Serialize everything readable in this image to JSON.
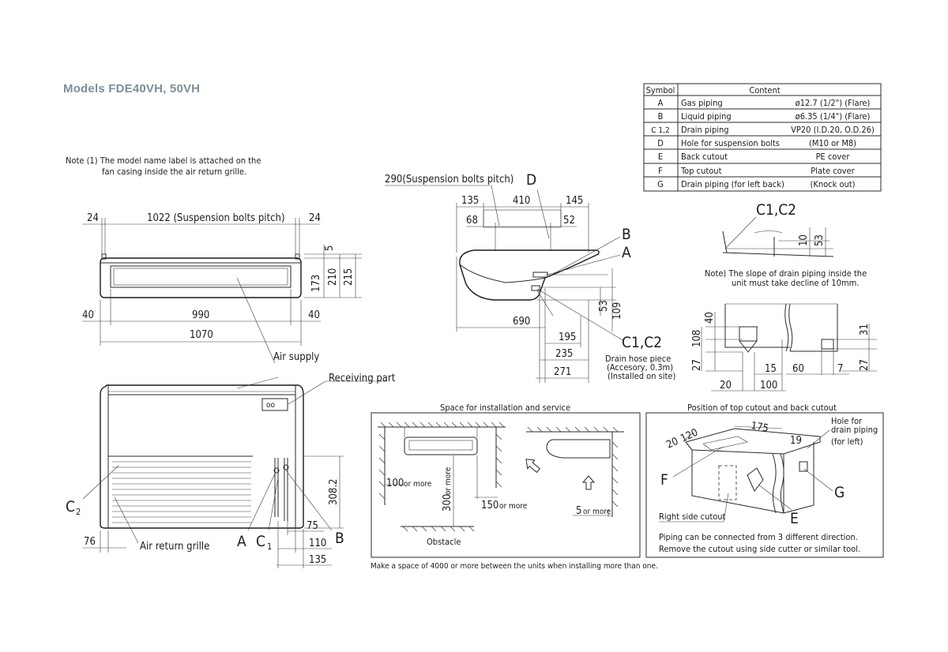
{
  "header": {
    "title": "Models  FDE40VH, 50VH"
  },
  "note1": {
    "line1": "Note (1) The model name label is attached on the",
    "line2": "fan casing inside the air return grille."
  },
  "table": {
    "headers": [
      "Symbol",
      "Content",
      ""
    ],
    "rows": [
      [
        "A",
        "Gas piping",
        "ø12.7 (1/2\") (Flare)"
      ],
      [
        "B",
        "Liquid piping",
        "ø6.35 (1/4\") (Flare)"
      ],
      [
        "C 1,2",
        "Drain piping",
        "VP20 (I.D.20, O.D.26)"
      ],
      [
        "D",
        "Hole for suspension bolts",
        "(M10 or M8)"
      ],
      [
        "E",
        "Back cutout",
        "PE cover"
      ],
      [
        "F",
        "Top cutout",
        "Plate cover"
      ],
      [
        "G",
        "Drain piping (for left back)",
        "(Knock out)"
      ]
    ]
  },
  "front_top": {
    "dim_left": "24",
    "dim_pitch": "1022 (Suspension bolts pitch)",
    "dim_right": "24",
    "dim_5": "5",
    "dim_173": "173",
    "dim_210": "210",
    "dim_215": "215",
    "dim_40a": "40",
    "dim_990": "990",
    "dim_40b": "40",
    "dim_1070": "1070"
  },
  "labels": {
    "air_supply": "Air supply",
    "receiving_part": "Receiving part",
    "c2": "C",
    "c2_sub": "2",
    "air_return_grille": "Air return grille",
    "dim_76": "76",
    "dim_3082": "308.2",
    "dim_75": "75",
    "dim_110": "110",
    "dim_135": "135",
    "a": "A",
    "c1": "C",
    "c1_sub": "1",
    "b": "B"
  },
  "side": {
    "dim_290": "290(Suspension bolts pitch)",
    "d": "D",
    "dim_135": "135",
    "dim_410": "410",
    "dim_145": "145",
    "dim_68": "68",
    "dim_52": "52",
    "b": "B",
    "a": "A",
    "dim_53": "53",
    "dim_109": "109",
    "dim_690": "690",
    "dim_195": "195",
    "dim_235": "235",
    "dim_271": "271",
    "c1c2": "C1,C2",
    "hose1": "Drain hose piece",
    "hose2": "(Accesory, 0.3m)",
    "hose3": "(Installed on site)"
  },
  "slope": {
    "c1c2": "C1,C2",
    "dim_10": "10",
    "dim_53": "53",
    "note1": "Note) The slope of drain piping inside the",
    "note2": "unit must take decline of 10mm."
  },
  "drain_detail": {
    "dim_40": "40",
    "dim_108": "108",
    "dim_27a": "27",
    "dim_15": "15",
    "dim_60": "60",
    "dim_7": "7",
    "dim_31": "31",
    "dim_27b": "27",
    "dim_20": "20",
    "dim_100": "100"
  },
  "service": {
    "title": "Space for installation and service",
    "dim_100": "100",
    "or_more": "or more",
    "dim_300": "300",
    "dim_150": "150",
    "dim_5": "5",
    "obstacle": "Obstacle",
    "footnote": "Make a space of 4000 or more between the units when installing more than one."
  },
  "cutout": {
    "title": "Position of top cutout and back cutout",
    "dim_20": "20",
    "dim_120": "120",
    "dim_175": "175",
    "dim_19": "19",
    "hole1": "Hole for",
    "hole2": "drain piping",
    "hole3": "(for left)",
    "f": "F",
    "g": "G",
    "e": "E",
    "right_side": "Right side cutout",
    "note1": "Piping can be connected from 3 different direction.",
    "note2": "Remove the cutout using side cutter or similar tool."
  }
}
